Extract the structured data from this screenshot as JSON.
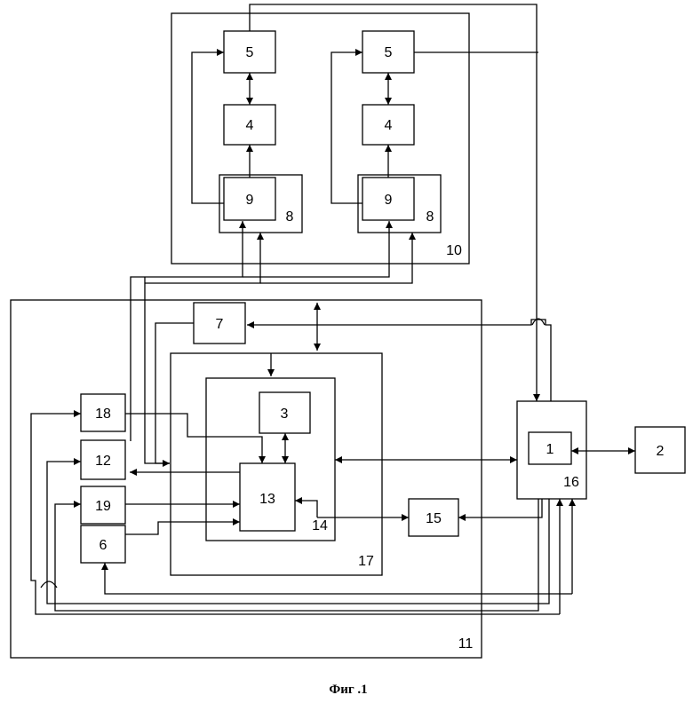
{
  "blocks": {
    "b5a": "5",
    "b4a": "4",
    "b9a": "9",
    "b8a": "8",
    "b5b": "5",
    "b4b": "4",
    "b9b": "9",
    "b8b": "8",
    "b10": "10",
    "b7": "7",
    "b3": "3",
    "b13": "13",
    "b14": "14",
    "b17": "17",
    "b18": "18",
    "b12": "12",
    "b19": "19",
    "b6": "6",
    "b15": "15",
    "b1": "1",
    "b16": "16",
    "b2": "2",
    "b11": "11"
  },
  "caption": "Фиг .1"
}
